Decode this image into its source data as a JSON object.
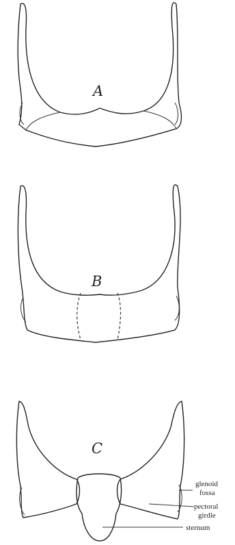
{
  "panels": [
    {
      "letter": "A"
    },
    {
      "letter": "B"
    },
    {
      "letter": "C"
    }
  ],
  "labels": {
    "glenoid_line1": "glenoid",
    "glenoid_line2": "fossa",
    "pectoral_line1": "pectoral",
    "pectoral_line2": "girdle",
    "sternum": "sternum"
  }
}
